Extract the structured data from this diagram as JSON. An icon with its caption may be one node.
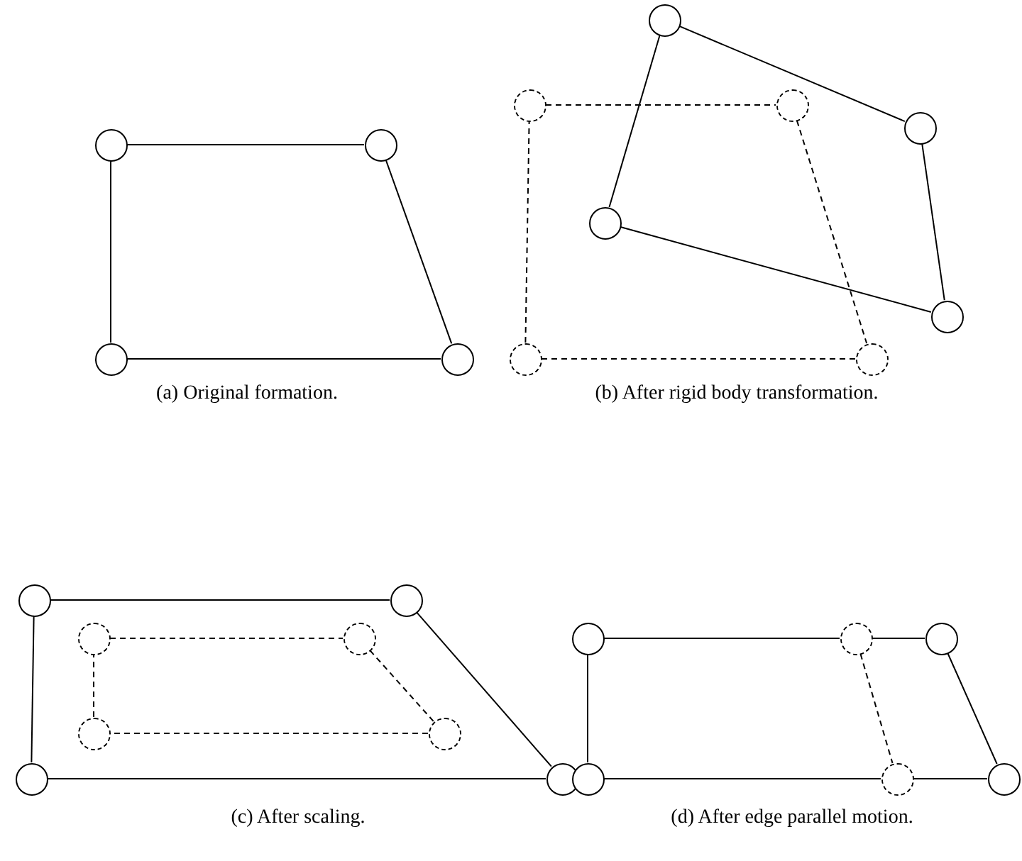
{
  "diagram": {
    "nodes": [
      {
        "text": [],
        "shape": "circle"
      },
      {
        "text": [],
        "shape": "circle"
      },
      {
        "text": [],
        "shape": "circle"
      },
      {
        "text": [],
        "shape": "circle"
      },
      {
        "text": [],
        "shape": "circle"
      },
      {
        "text": [],
        "shape": "circle"
      },
      {
        "text": [],
        "shape": "circle"
      },
      {
        "text": [],
        "shape": "circle"
      },
      {
        "text": [],
        "shape": "circle"
      },
      {
        "text": [],
        "shape": "circle"
      },
      {
        "text": [],
        "shape": "circle"
      },
      {
        "text": [],
        "shape": "circle"
      },
      {
        "text": [],
        "shape": "circle"
      },
      {
        "text": [],
        "shape": "circle"
      },
      {
        "text": [],
        "shape": "circle"
      },
      {
        "text": [],
        "shape": "circle"
      },
      {
        "text": [],
        "shape": "circle"
      },
      {
        "text": [],
        "shape": "circle"
      },
      {
        "text": [],
        "shape": "circle"
      },
      {
        "text": [],
        "shape": "circle"
      },
      {
        "text": [],
        "shape": "circle"
      },
      {
        "text": [],
        "shape": "circle"
      },
      {
        "text": [],
        "shape": "circle"
      },
      {
        "text": [],
        "shape": "circle"
      },
      {
        "text": [],
        "shape": "circle"
      },
      {
        "text": [],
        "shape": "circle"
      }
    ],
    "edges": [
      {
        "from": 0,
        "to": 1,
        "arrow": "none"
      },
      {
        "from": 1,
        "to": 3,
        "arrow": "none"
      },
      {
        "from": 3,
        "to": 2,
        "arrow": "none"
      },
      {
        "from": 2,
        "to": 0,
        "arrow": "none"
      },
      {
        "from": 4,
        "to": 7,
        "arrow": "none"
      },
      {
        "from": 7,
        "to": 9,
        "arrow": "none"
      },
      {
        "from": 9,
        "to": 8,
        "arrow": "none"
      },
      {
        "from": 8,
        "to": 4,
        "arrow": "none"
      },
      {
        "from": 5,
        "to": 6,
        "arrow": "none",
        "style": "dashed"
      },
      {
        "from": 6,
        "to": 11,
        "arrow": "none",
        "style": "dashed"
      },
      {
        "from": 11,
        "to": 10,
        "arrow": "none",
        "style": "dashed"
      },
      {
        "from": 10,
        "to": 5,
        "arrow": "none",
        "style": "dashed"
      },
      {
        "from": 12,
        "to": 13,
        "arrow": "none"
      },
      {
        "from": 13,
        "to": 19,
        "arrow": "none"
      },
      {
        "from": 19,
        "to": 18,
        "arrow": "none"
      },
      {
        "from": 18,
        "to": 12,
        "arrow": "none"
      },
      {
        "from": 14,
        "to": 15,
        "arrow": "none",
        "style": "dashed"
      },
      {
        "from": 15,
        "to": 17,
        "arrow": "none",
        "style": "dashed"
      },
      {
        "from": 17,
        "to": 16,
        "arrow": "none",
        "style": "dashed"
      },
      {
        "from": 16,
        "to": 14,
        "arrow": "none",
        "style": "dashed"
      },
      {
        "from": 20,
        "to": 21,
        "arrow": "none"
      },
      {
        "from": 21,
        "to": 22,
        "arrow": "none"
      },
      {
        "from": 22,
        "to": 25,
        "arrow": "none"
      },
      {
        "from": 25,
        "to": 24,
        "arrow": "none"
      },
      {
        "from": 24,
        "to": 23,
        "arrow": "none"
      },
      {
        "from": 23,
        "to": 20,
        "arrow": "none"
      },
      {
        "from": 21,
        "to": 24,
        "arrow": "none",
        "style": "dashed"
      }
    ],
    "labels": [
      "(a) Original formation.",
      "(b) After rigid body transformation.",
      "(c) After scaling.",
      "(d) After edge parallel motion."
    ]
  }
}
